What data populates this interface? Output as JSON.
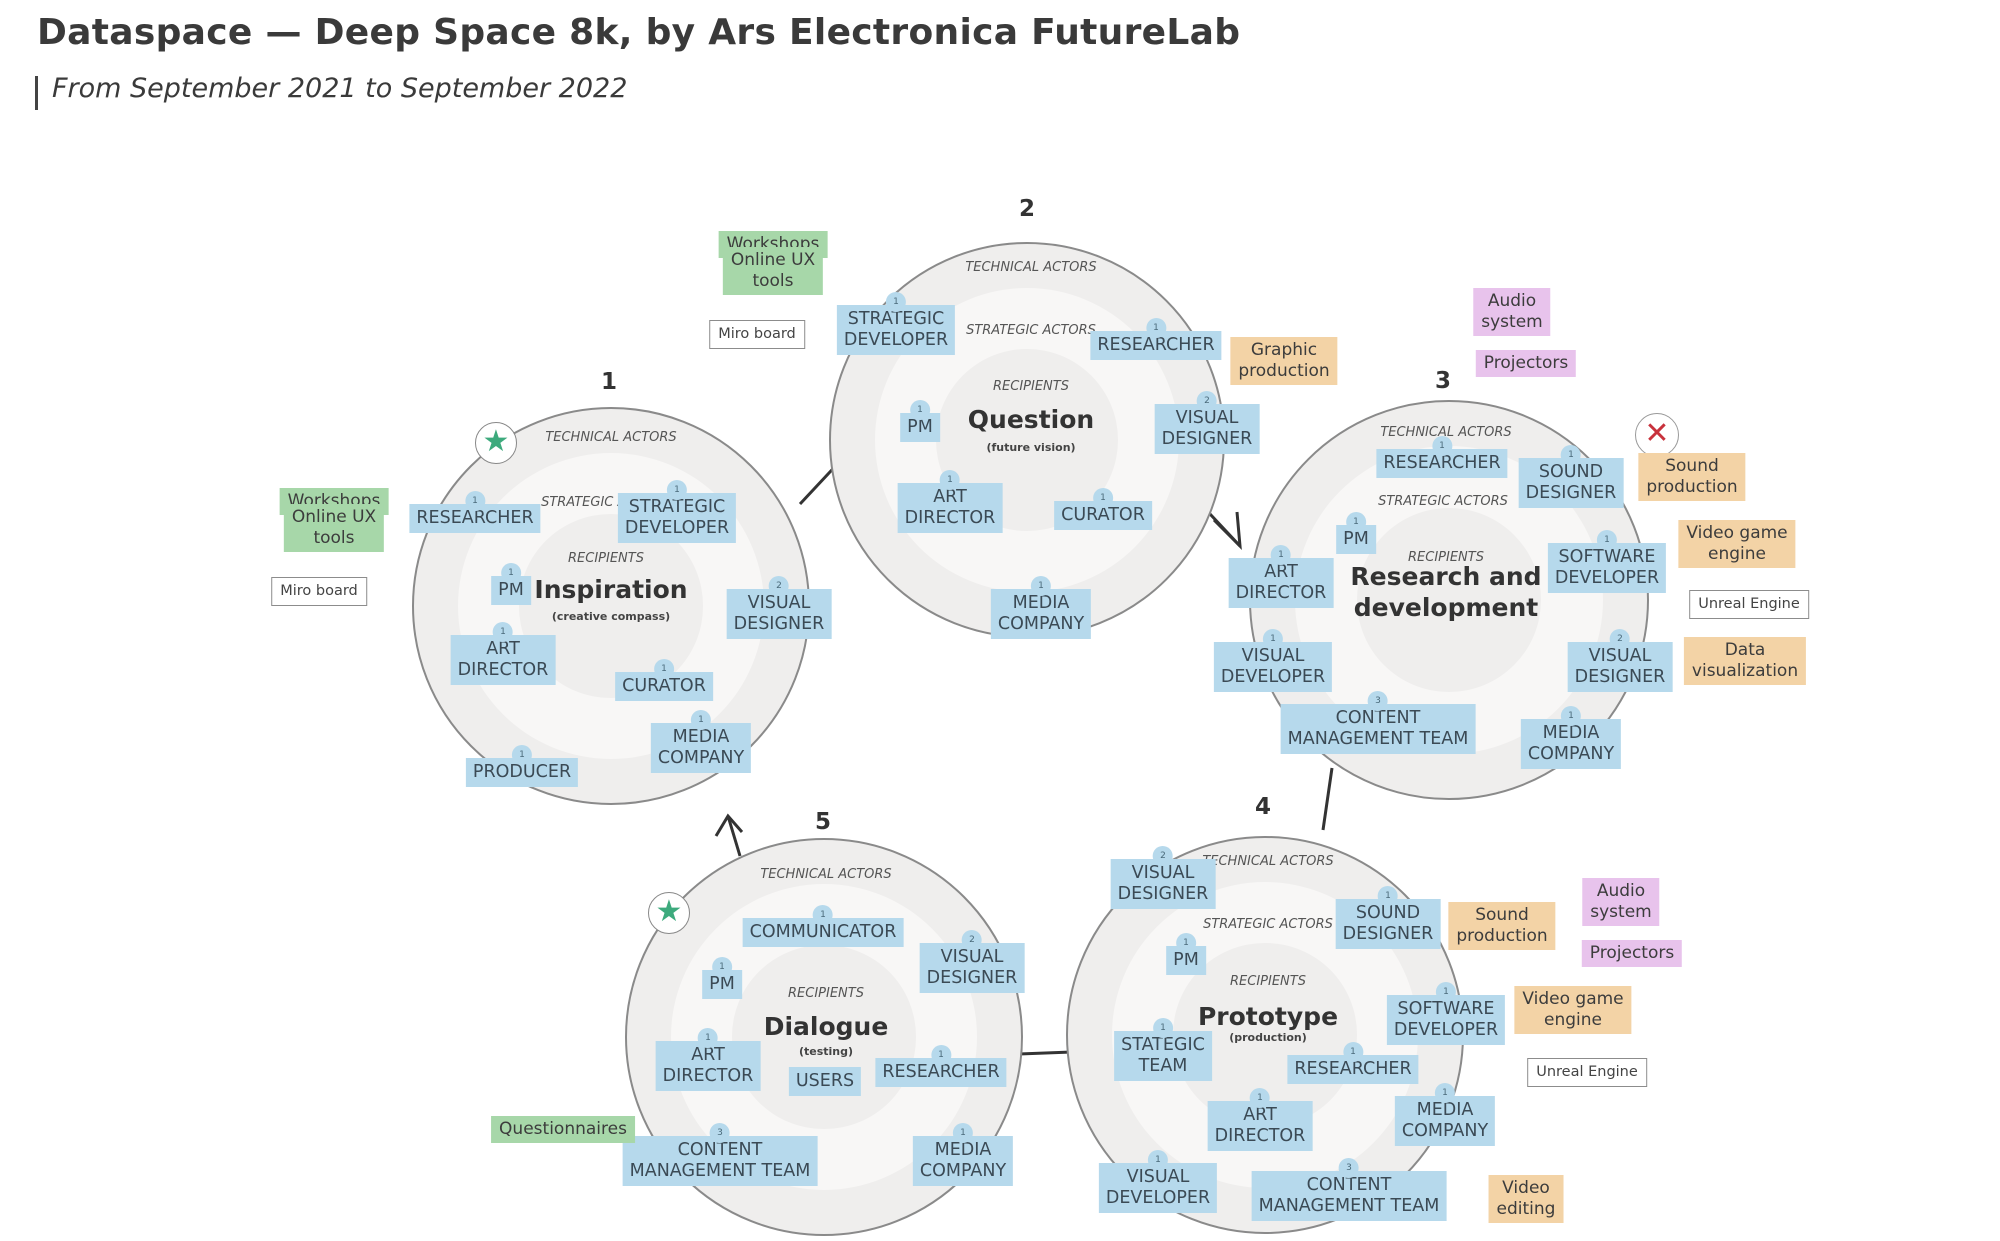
{
  "header": {
    "title": "Dataspace — Deep Space 8k, by Ars Electronica FutureLab",
    "subtitle": "From September 2021 to September 2022"
  },
  "colors": {
    "actor": "#b6d9ec",
    "tool_green": "#a7d7a9",
    "tool_orange": "#f3d3a6",
    "tool_purple": "#e8c3ec",
    "star": "#3daa7d",
    "x_mark": "#c8323c"
  },
  "icons": {
    "star": "star-icon",
    "x": "x-icon"
  },
  "ring_labels": {
    "technical": "TECHNICAL ACTORS",
    "strategic": "STRATEGIC ACTORS",
    "recipients": "RECIPIENTS"
  },
  "phases": [
    {
      "number": "1",
      "title": "Inspiration",
      "subtitle": "(creative compass)",
      "icon": "star-icon",
      "actors": [
        {
          "label": "RESEARCHER",
          "count": "1"
        },
        {
          "label": "STRATEGIC\nDEVELOPER",
          "count": "1"
        },
        {
          "label": "PM",
          "count": "1"
        },
        {
          "label": "VISUAL\nDESIGNER",
          "count": "2"
        },
        {
          "label": "ART\nDIRECTOR",
          "count": "1"
        },
        {
          "label": "CURATOR",
          "count": "1"
        },
        {
          "label": "MEDIA\nCOMPANY",
          "count": "1"
        },
        {
          "label": "PRODUCER",
          "count": "1"
        }
      ],
      "tools": [
        {
          "label": "Workshops",
          "kind": "green"
        },
        {
          "label": "Online UX\ntools",
          "kind": "green"
        },
        {
          "label": "Miro board",
          "kind": "white"
        }
      ]
    },
    {
      "number": "2",
      "title": "Question",
      "subtitle": "(future vision)",
      "actors": [
        {
          "label": "STRATEGIC\nDEVELOPER",
          "count": "1"
        },
        {
          "label": "RESEARCHER",
          "count": "1"
        },
        {
          "label": "PM",
          "count": "1"
        },
        {
          "label": "VISUAL\nDESIGNER",
          "count": "2"
        },
        {
          "label": "ART\nDIRECTOR",
          "count": "1"
        },
        {
          "label": "CURATOR",
          "count": "1"
        },
        {
          "label": "MEDIA\nCOMPANY",
          "count": "1"
        }
      ],
      "tools": [
        {
          "label": "Workshops",
          "kind": "green"
        },
        {
          "label": "Online UX\ntools",
          "kind": "green"
        },
        {
          "label": "Miro board",
          "kind": "white"
        },
        {
          "label": "Graphic\nproduction",
          "kind": "orange"
        }
      ]
    },
    {
      "number": "3",
      "title": "Research and\ndevelopment",
      "icon": "x-icon",
      "actors": [
        {
          "label": "RESEARCHER",
          "count": "1"
        },
        {
          "label": "SOUND\nDESIGNER",
          "count": "1"
        },
        {
          "label": "PM",
          "count": "1"
        },
        {
          "label": "ART\nDIRECTOR",
          "count": "1"
        },
        {
          "label": "SOFTWARE\nDEVELOPER",
          "count": "1"
        },
        {
          "label": "VISUAL\nDEVELOPER",
          "count": "1"
        },
        {
          "label": "VISUAL\nDESIGNER",
          "count": "2"
        },
        {
          "label": "CONTENT\nMANAGEMENT TEAM",
          "count": "3"
        },
        {
          "label": "MEDIA\nCOMPANY",
          "count": "1"
        }
      ],
      "tools": [
        {
          "label": "Audio\nsystem",
          "kind": "purple"
        },
        {
          "label": "Projectors",
          "kind": "purple"
        },
        {
          "label": "Sound\nproduction",
          "kind": "orange"
        },
        {
          "label": "Video game\nengine",
          "kind": "orange"
        },
        {
          "label": "Unreal Engine",
          "kind": "white"
        },
        {
          "label": "Data\nvisualization",
          "kind": "orange"
        }
      ]
    },
    {
      "number": "4",
      "title": "Prototype",
      "subtitle": "(production)",
      "actors": [
        {
          "label": "VISUAL\nDESIGNER",
          "count": "2"
        },
        {
          "label": "SOUND\nDESIGNER",
          "count": "1"
        },
        {
          "label": "PM",
          "count": "1"
        },
        {
          "label": "SOFTWARE\nDEVELOPER",
          "count": "1"
        },
        {
          "label": "STATEGIC\nTEAM",
          "count": "1"
        },
        {
          "label": "RESEARCHER",
          "count": "1"
        },
        {
          "label": "ART\nDIRECTOR",
          "count": "1"
        },
        {
          "label": "MEDIA\nCOMPANY",
          "count": "1"
        },
        {
          "label": "VISUAL\nDEVELOPER",
          "count": "1"
        },
        {
          "label": "CONTENT\nMANAGEMENT TEAM",
          "count": "3"
        }
      ],
      "tools": [
        {
          "label": "Audio\nsystem",
          "kind": "purple"
        },
        {
          "label": "Projectors",
          "kind": "purple"
        },
        {
          "label": "Sound\nproduction",
          "kind": "orange"
        },
        {
          "label": "Video game\nengine",
          "kind": "orange"
        },
        {
          "label": "Unreal Engine",
          "kind": "white"
        },
        {
          "label": "Video\nediting",
          "kind": "orange"
        }
      ]
    },
    {
      "number": "5",
      "title": "Dialogue",
      "subtitle": "(testing)",
      "icon": "star-icon",
      "actors": [
        {
          "label": "COMMUNICATOR",
          "count": "1"
        },
        {
          "label": "VISUAL\nDESIGNER",
          "count": "2"
        },
        {
          "label": "PM",
          "count": "1"
        },
        {
          "label": "ART\nDIRECTOR",
          "count": "1"
        },
        {
          "label": "USERS"
        },
        {
          "label": "RESEARCHER",
          "count": "1"
        },
        {
          "label": "CONTENT\nMANAGEMENT TEAM",
          "count": "3"
        },
        {
          "label": "MEDIA\nCOMPANY",
          "count": "1"
        }
      ],
      "tools": [
        {
          "label": "Questionnaires",
          "kind": "green"
        }
      ]
    }
  ]
}
